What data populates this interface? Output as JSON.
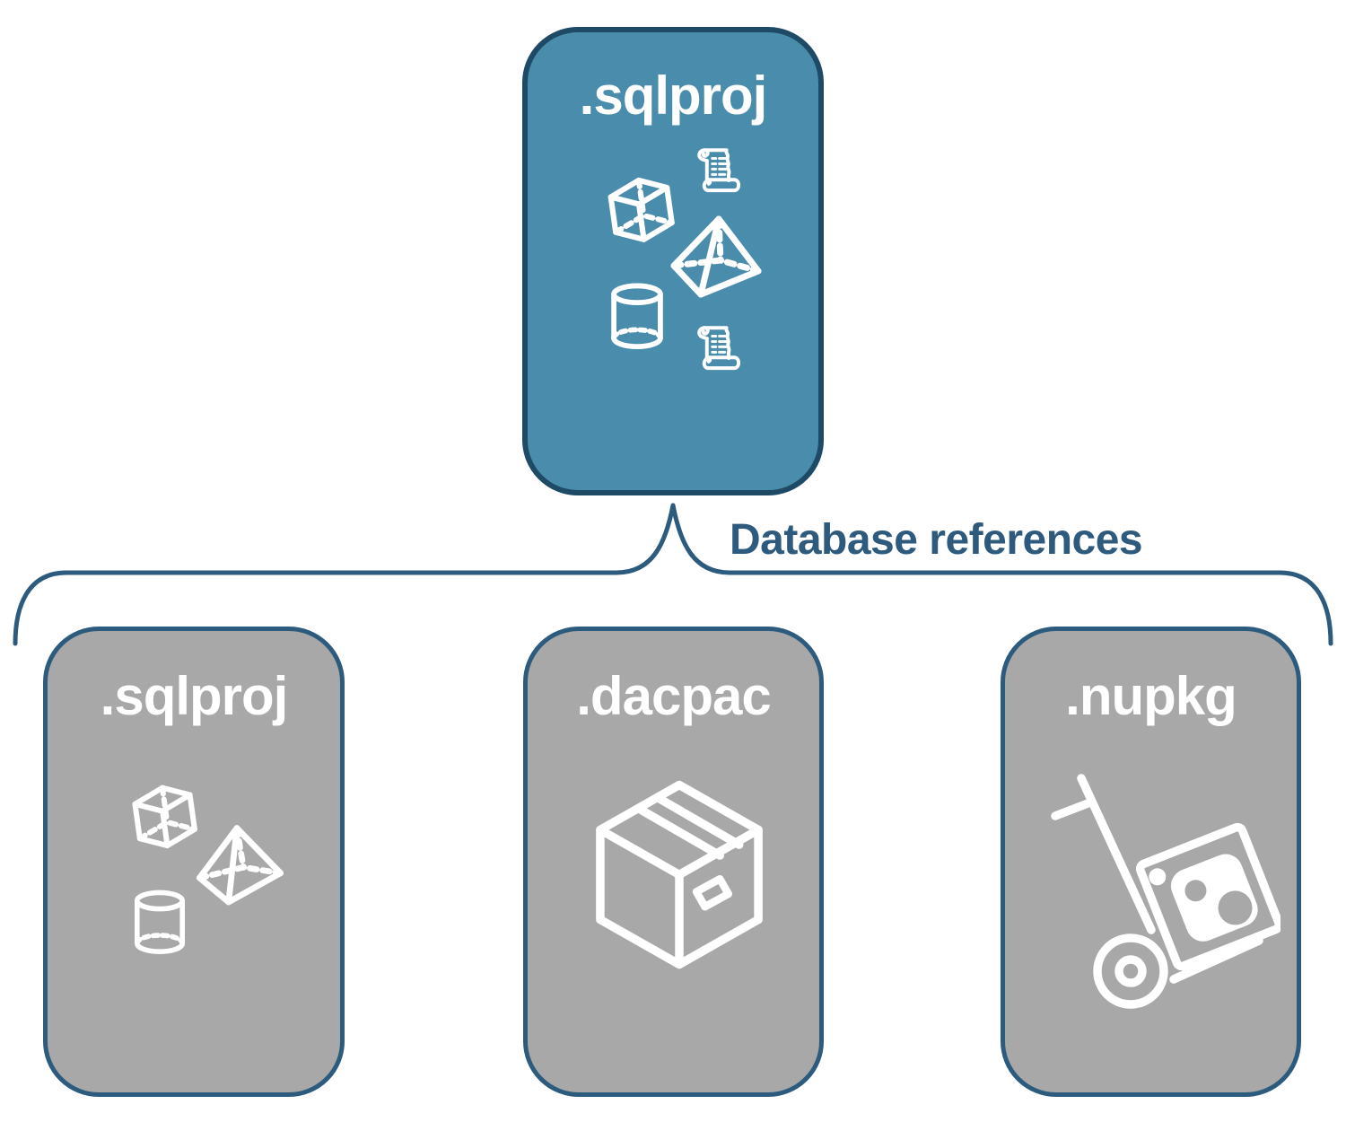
{
  "diagram": {
    "title": "SQL project database references",
    "root": {
      "label": ".sqlproj",
      "fill": "#4A8CAB",
      "border": "#1E4A66",
      "icons": [
        "cube-icon",
        "script-scroll-icon",
        "pyramid-icon",
        "database-cylinder-icon",
        "script-scroll-icon"
      ]
    },
    "edge_label": "Database references",
    "children": [
      {
        "label": ".sqlproj",
        "icons": [
          "cube-icon",
          "pyramid-icon",
          "database-cylinder-icon"
        ]
      },
      {
        "label": ".dacpac",
        "icons": [
          "package-box-icon"
        ]
      },
      {
        "label": ".nupkg",
        "icons": [
          "hand-truck-nuget-icon"
        ]
      }
    ],
    "colors": {
      "background": "#FFFFFF",
      "child_fill": "#A8A8A8",
      "child_border": "#2C5B7D",
      "connector": "#2C5B7D",
      "node_label_text": "#FFFFFF",
      "edge_label_text": "#2E5A7D",
      "icon_stroke": "#FFFFFF"
    }
  }
}
